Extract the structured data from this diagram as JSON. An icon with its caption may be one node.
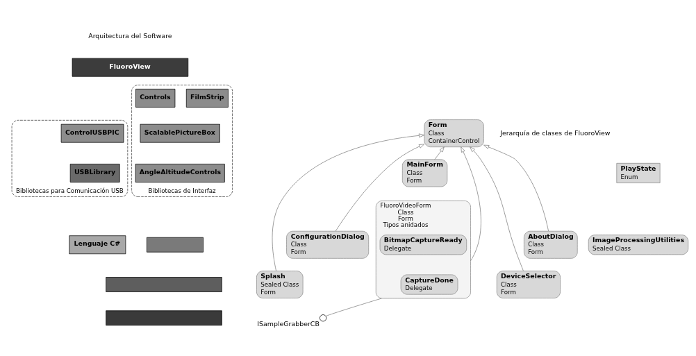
{
  "diagram": {
    "nodes": [
      {
        "text": [
          "FluoroView"
        ]
      },
      {
        "text": [
          "Bibliotecas para Comunicación USB"
        ]
      },
      {
        "text": [
          "ControlUSBPIC"
        ],
        "in": 1
      },
      {
        "text": [
          "USBLibrary"
        ],
        "in": 1
      },
      {
        "text": [
          "Bibliotecas de Interfaz"
        ]
      },
      {
        "text": [
          "Controls"
        ],
        "in": 4
      },
      {
        "text": [
          "FilmStrip"
        ],
        "in": 4
      },
      {
        "text": [
          "ScalablePictureBox"
        ],
        "in": 4
      },
      {
        "text": [
          "AngleAltitudeControls"
        ],
        "in": 4
      },
      {
        "text": [
          "Lenguaje C#"
        ]
      },
      {
        "text": [],
        "shape": "box"
      },
      {
        "text": [],
        "shape": "box"
      },
      {
        "text": [],
        "shape": "box"
      },
      {
        "text": [
          "Form",
          "Class",
          "ContainerControl"
        ]
      },
      {
        "text": [
          "PlayState",
          "Enum"
        ]
      },
      {
        "text": [
          "ImageProcessingUtilities",
          "Sealed Class"
        ]
      },
      {
        "text": [
          "MainForm",
          "Class",
          "Form"
        ]
      },
      {
        "text": [
          "FluoroVideoForm",
          "Class",
          "Form",
          "Tipos anidados"
        ]
      },
      {
        "text": [
          "BitmapCaptureReady",
          "Delegate"
        ],
        "in": 17
      },
      {
        "text": [
          "CaptureDone",
          "Delegate"
        ],
        "in": 17
      },
      {
        "text": [
          "ConfigurationDialog",
          "Class",
          "Form"
        ]
      },
      {
        "text": [
          "AboutDialog",
          "Class",
          "Form"
        ]
      },
      {
        "text": [
          "Splash",
          "Sealed Class",
          "Form"
        ]
      },
      {
        "text": [
          "DeviceSelector",
          "Class",
          "Form"
        ]
      },
      {
        "text": [],
        "shape": "circle",
        "beside": [
          "ISampleGrabberCB"
        ]
      }
    ],
    "edges": [
      {
        "from": 16,
        "to": 13,
        "arrow": "to"
      },
      {
        "from": 17,
        "to": 13,
        "arrow": "to"
      },
      {
        "from": 20,
        "to": 13,
        "arrow": "to"
      },
      {
        "from": 21,
        "to": 13,
        "arrow": "to"
      },
      {
        "from": 22,
        "to": 13,
        "arrow": "to"
      },
      {
        "from": 23,
        "to": 13,
        "arrow": "to"
      },
      {
        "from": 17,
        "to": 24,
        "arrow": "none"
      }
    ],
    "labels": [
      "Arquitectura del Software",
      "Jerarquía de clases de FluoroView"
    ]
  }
}
